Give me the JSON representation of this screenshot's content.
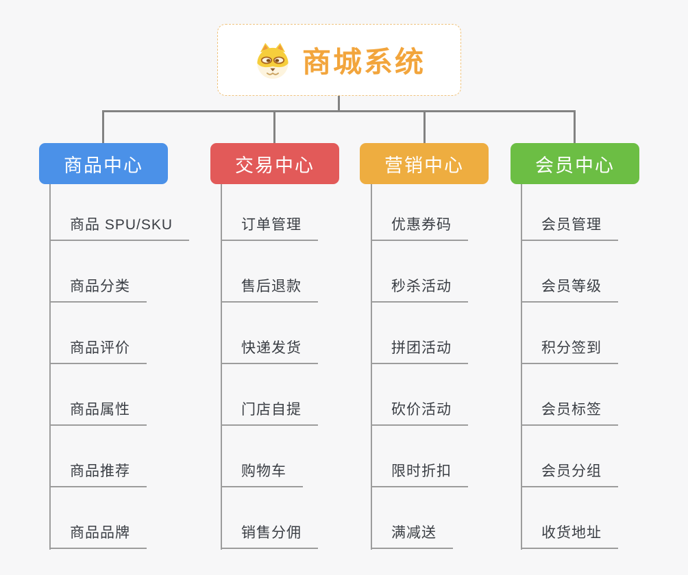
{
  "root": {
    "title": "商城系统",
    "icon": "shiba-dog-icon",
    "border_color": "#efc27c",
    "title_color": "#f2a53c"
  },
  "connector_color": "#828282",
  "underline_color": "#9c9c9c",
  "background_color": "#f7f7f8",
  "branches": [
    {
      "label": "商品中心",
      "color": "#4b91e8",
      "items": [
        "商品 SPU/SKU",
        "商品分类",
        "商品评价",
        "商品属性",
        "商品推荐",
        "商品品牌"
      ]
    },
    {
      "label": "交易中心",
      "color": "#e25a59",
      "items": [
        "订单管理",
        "售后退款",
        "快递发货",
        "门店自提",
        "购物车",
        "销售分佣"
      ]
    },
    {
      "label": "营销中心",
      "color": "#eead40",
      "items": [
        "优惠券码",
        "秒杀活动",
        "拼团活动",
        "砍价活动",
        "限时折扣",
        "满减送"
      ]
    },
    {
      "label": "会员中心",
      "color": "#6cbe44",
      "items": [
        "会员管理",
        "会员等级",
        "积分签到",
        "会员标签",
        "会员分组",
        "收货地址"
      ]
    }
  ]
}
